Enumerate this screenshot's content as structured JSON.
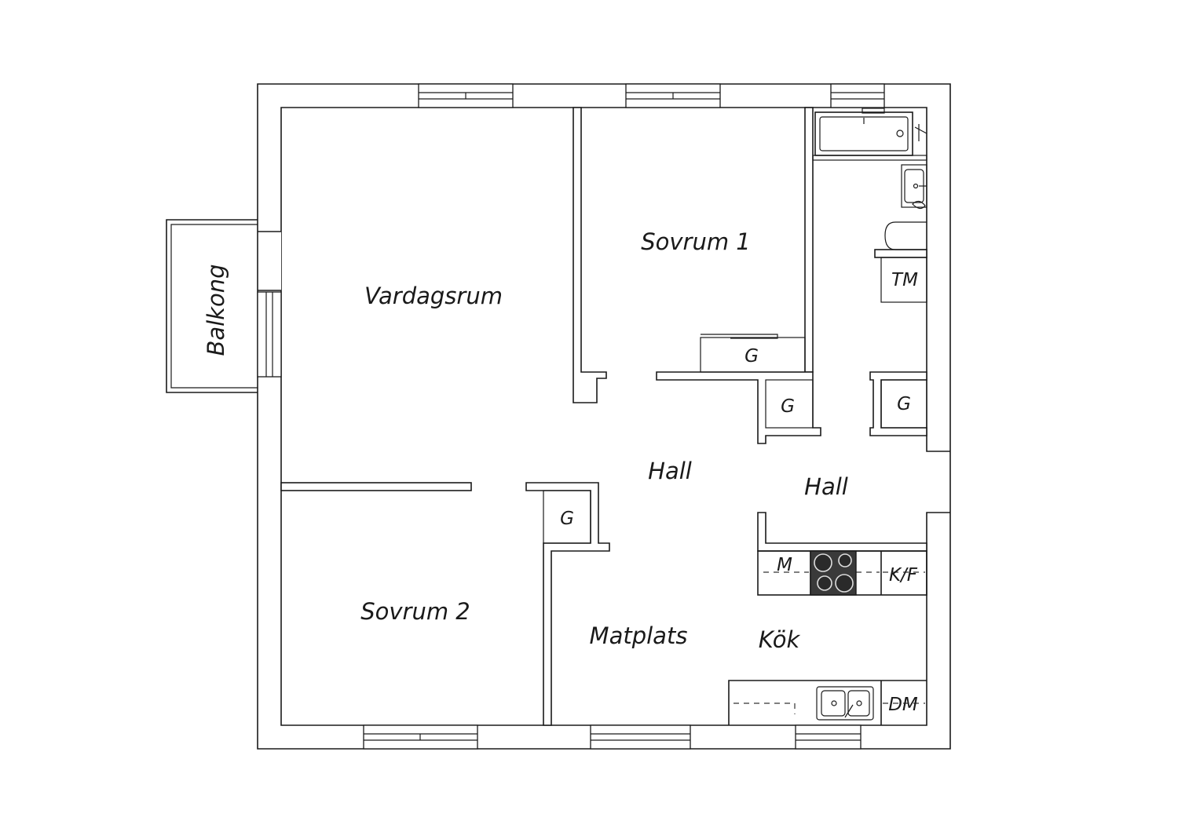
{
  "rooms": {
    "vardagsrum": "Vardagsrum",
    "sovrum1": "Sovrum 1",
    "sovrum2": "Sovrum 2",
    "hall_center": "Hall",
    "hall_right": "Hall",
    "matplats": "Matplats",
    "kok": "Kök",
    "balkong": "Balkong"
  },
  "fixtures": {
    "closet_sovrum1": "G",
    "closet_hall_left": "G",
    "closet_hall_right": "G",
    "closet_lower": "G",
    "washer": "TM",
    "microwave": "M",
    "fridge_freezer": "K/F",
    "dishwasher": "DM"
  },
  "colors": {
    "line": "#1a1a1a",
    "background": "#ffffff",
    "hob": "#3a3a3a"
  }
}
